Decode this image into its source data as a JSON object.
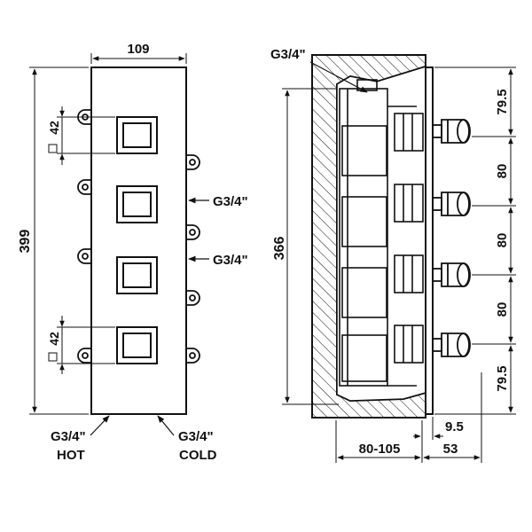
{
  "front_view": {
    "width_label": "109",
    "height_label": "399",
    "knob_spacing_top_label": "42",
    "knob_spacing_bottom_label": "42",
    "inlet_right_top_label": "G3/4\"",
    "inlet_right_bottom_label": "G3/4\"",
    "bottom_left_thread": "G3/4\"",
    "bottom_left_label": "HOT",
    "bottom_right_thread": "G3/4\"",
    "bottom_right_label": "COLD"
  },
  "side_view": {
    "top_thread_label": "G3/4\"",
    "height_label": "366",
    "spacing_labels": [
      "79.5",
      "80",
      "80",
      "80",
      "79.5"
    ],
    "offset_small_label": "9.5",
    "depth_left_label": "80-105",
    "depth_right_label": "53"
  },
  "colors": {
    "line": "#111111",
    "background": "#ffffff"
  }
}
